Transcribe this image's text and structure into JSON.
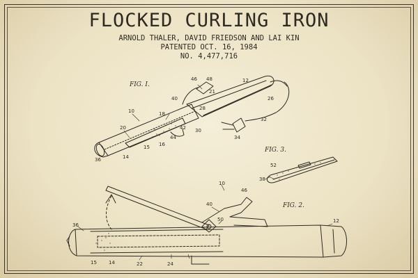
{
  "title": "FLOCKED CURLING IRON",
  "inventors": "ARNOLD THALER, DAVID FRIEDSON AND LAI KIN",
  "patented": "PATENTED OCT. 16, 1984",
  "number": "NO. 4,477,716",
  "figures": {
    "fig1": "FIG. I.",
    "fig2": "FIG. 2.",
    "fig3": "FIG. 3."
  },
  "labels": {
    "l46a": "46",
    "l48": "48",
    "l12a": "12",
    "l21": "21",
    "l40a": "40",
    "l28": "28",
    "l18": "18",
    "l10a": "10",
    "l20": "20",
    "l26": "26",
    "l42": "42",
    "l30": "30",
    "l32": "32",
    "l34": "34",
    "l16": "16",
    "l44": "44",
    "l15a": "15",
    "l14a": "14",
    "l36a": "36",
    "l52": "52",
    "l38": "38",
    "l10b": "10",
    "l46b": "46",
    "l40b": "40",
    "l50": "50",
    "l12b": "12",
    "l36b": "36",
    "l15b": "15",
    "l14b": "14",
    "l22": "22",
    "l24": "24"
  },
  "colors": {
    "paper": "#efe6cc",
    "ink": "#2e2a22"
  }
}
